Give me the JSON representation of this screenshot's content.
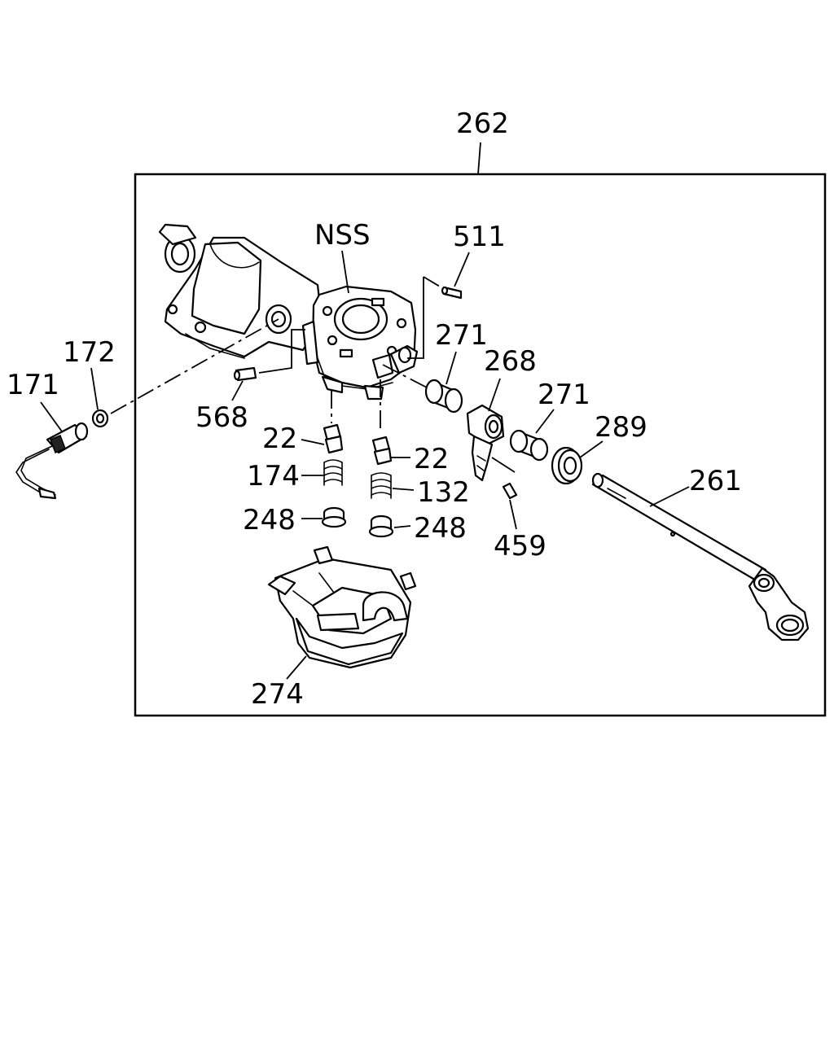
{
  "diagram": {
    "assembly_label": "262",
    "labels": {
      "nss": "NSS",
      "p511": "511",
      "p271_a": "271",
      "p268": "268",
      "p271_b": "271",
      "p289": "289",
      "p261": "261",
      "p172": "172",
      "p171": "171",
      "p568": "568",
      "p22_a": "22",
      "p22_b": "22",
      "p174": "174",
      "p132": "132",
      "p248_a": "248",
      "p248_b": "248",
      "p459": "459",
      "p274": "274"
    }
  }
}
